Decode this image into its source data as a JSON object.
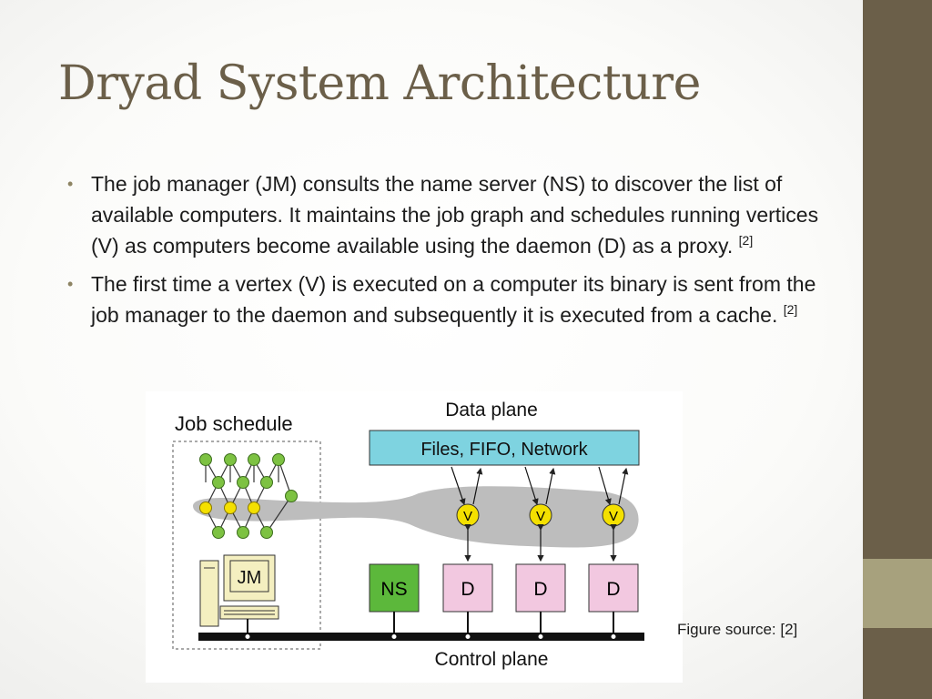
{
  "slide": {
    "title": "Dryad System Architecture",
    "bullets": [
      {
        "text": "The job manager (JM) consults the name server (NS) to discover the list of available computers. It maintains the job graph and schedules running vertices (V) as computers become available using the daemon (D) as a proxy.",
        "ref": "[2]"
      },
      {
        "text": "The first time a vertex (V) is executed on a computer its binary is sent from the job manager to the daemon and subsequently it is executed from a cache.",
        "ref": "[2]"
      }
    ],
    "figure_source": "Figure source: [2]"
  },
  "diagram": {
    "job_schedule_label": "Job schedule",
    "data_plane_label": "Data plane",
    "data_plane_box": "Files, FIFO, Network",
    "jm_label": "JM",
    "ns_label": "NS",
    "daemon_label": "D",
    "vertex_label": "V",
    "control_plane_label": "Control plane",
    "colors": {
      "data_box": "#7ed3e0",
      "ns_box": "#5cb83b",
      "daemon_box": "#f2c8e0",
      "vertex": "#f4e000",
      "graph_node": "#7dc242",
      "blob": "#bdbdbd"
    }
  }
}
